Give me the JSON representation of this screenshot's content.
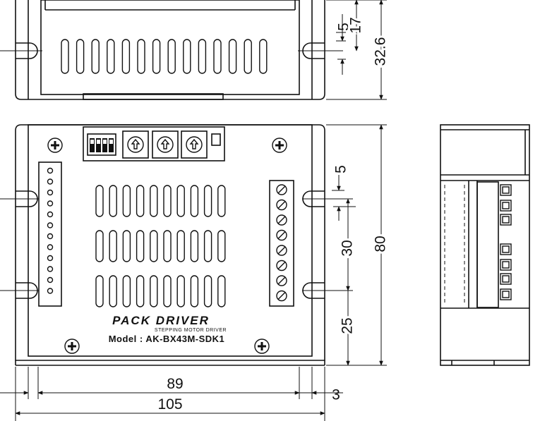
{
  "drawing": {
    "brand": "PACK DRIVER",
    "subtitle": "STEPPING MOTOR DRIVER",
    "model_label": "Model : AK-BX43M-SDK1"
  },
  "dimensions": {
    "top_slot_pitch": "5",
    "top_hole_offset": "17",
    "top_height": "32.6",
    "front_slot_pitch": "5",
    "front_hole_pitch": "30",
    "front_bottom_offset": "25",
    "front_height": "80",
    "inner_width": "89",
    "flange_width": "3",
    "overall_width": "105"
  }
}
